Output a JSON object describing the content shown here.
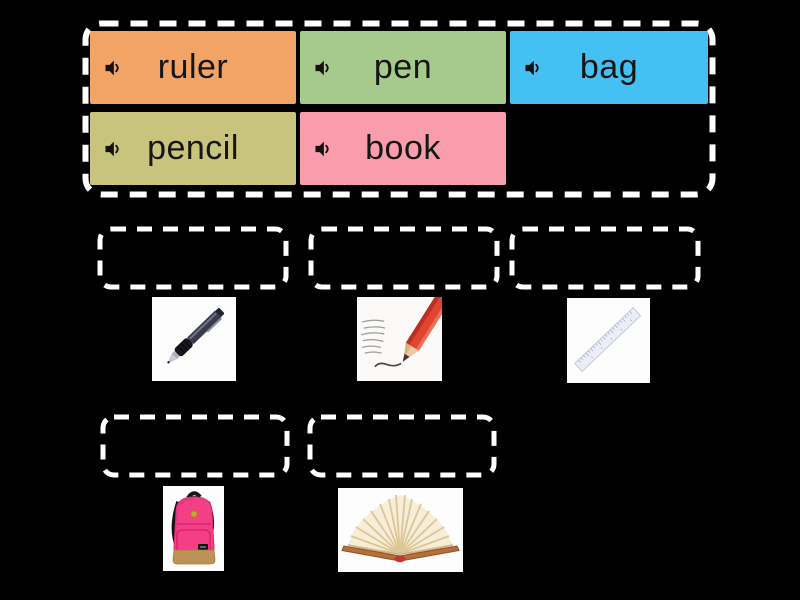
{
  "app": {
    "background": "#000000",
    "dash_color": "#ffffff",
    "text_color": "#161616"
  },
  "word_bank": {
    "name": "word-bank",
    "speaker_icon": "speaker-volume-icon",
    "tiles": [
      {
        "label": "ruler",
        "color": "#f2a466"
      },
      {
        "label": "pen",
        "color": "#a6ca8c"
      },
      {
        "label": "bag",
        "color": "#44c1f2"
      },
      {
        "label": "pencil",
        "color": "#c9c47d"
      },
      {
        "label": "book",
        "color": "#f99dad"
      }
    ]
  },
  "match_targets": [
    {
      "drop_zone": "empty",
      "image": "ballpoint-pen-photo"
    },
    {
      "drop_zone": "empty",
      "image": "red-pencil-photo"
    },
    {
      "drop_zone": "empty",
      "image": "ruler-photo"
    },
    {
      "drop_zone": "empty",
      "image": "pink-backpack-photo"
    },
    {
      "drop_zone": "empty",
      "image": "open-book-photo"
    }
  ]
}
